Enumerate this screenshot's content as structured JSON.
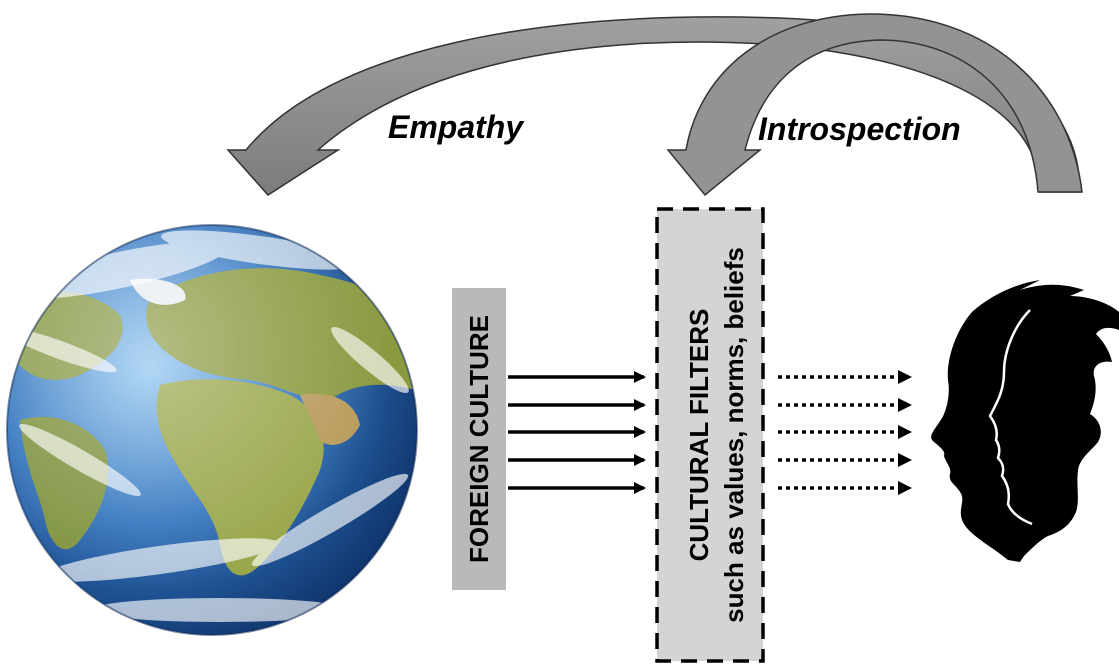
{
  "labels": {
    "empathy": "Empathy",
    "introspection": "Introspection",
    "foreign_culture": "FOREIGN CULTURE",
    "filters_title": "CULTURAL FILTERS",
    "filters_subtitle": "such as values, norms, beliefs"
  },
  "colors": {
    "arrow_fill": "#8a8a8a",
    "foreign_box": "#b9b9b9",
    "filter_box": "#d4d4d4",
    "silhouette": "#000000",
    "ocean": "#2f6fb5",
    "land": "#7a8a3a"
  },
  "icons": {
    "globe": "earth-globe-icon",
    "head": "human-head-silhouette-icon"
  }
}
